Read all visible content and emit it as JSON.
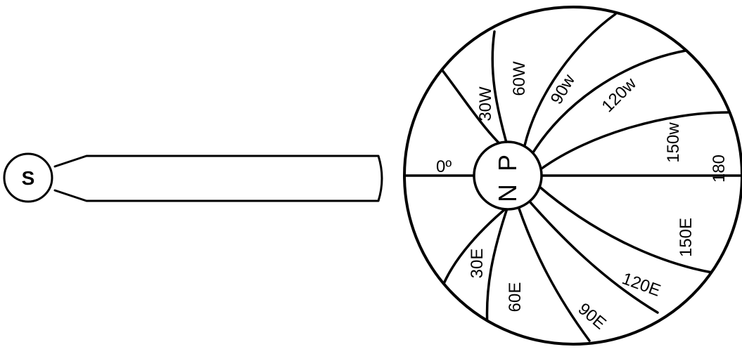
{
  "south_pole_label": "S",
  "north_pole_label": {
    "n": "N",
    "p": "P"
  },
  "meridian_labels": {
    "zero": "0º",
    "w30": "30W",
    "w60": "60W",
    "w90": "90w",
    "w120": "120w",
    "w150": "150w",
    "deg180": "180",
    "e150": "150E",
    "e120": "120E",
    "e90": "90E",
    "e60": "60E",
    "e30": "30E"
  }
}
